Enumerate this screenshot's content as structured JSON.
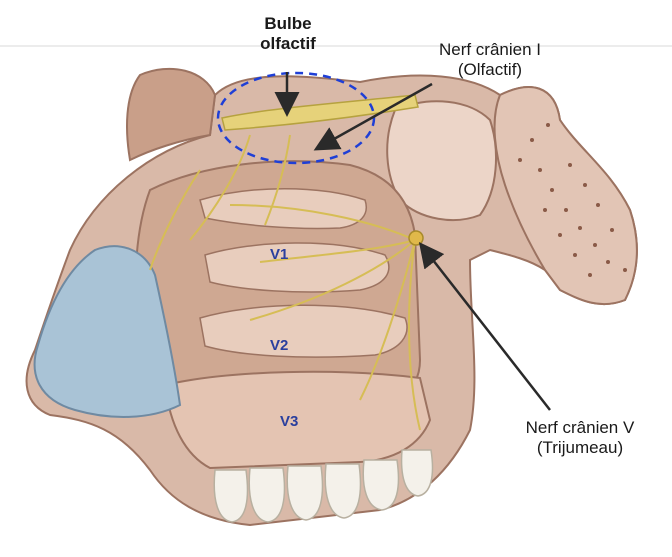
{
  "labels": {
    "olfactory_bulb": {
      "line1": "Bulbe",
      "line2": "olfactif"
    },
    "cranial_nerve_1": {
      "line1": "Nerf crânien I",
      "line2": "(Olfactif)"
    },
    "cranial_nerve_5": {
      "line1": "Nerf crânien V",
      "line2": "(Trijumeau)"
    }
  },
  "regions": {
    "v1": "V1",
    "v2": "V2",
    "v3": "V3"
  },
  "colors": {
    "bone": "#d9b9a8",
    "bone_dark": "#b88d78",
    "mucosa": "#cfa892",
    "nerve": "#e6d27a",
    "cartilage": "#a9c3d6",
    "teeth": "#f4f1ea",
    "dashed_circle": "#1f3fd6",
    "region_text": "#2a3f9e"
  }
}
